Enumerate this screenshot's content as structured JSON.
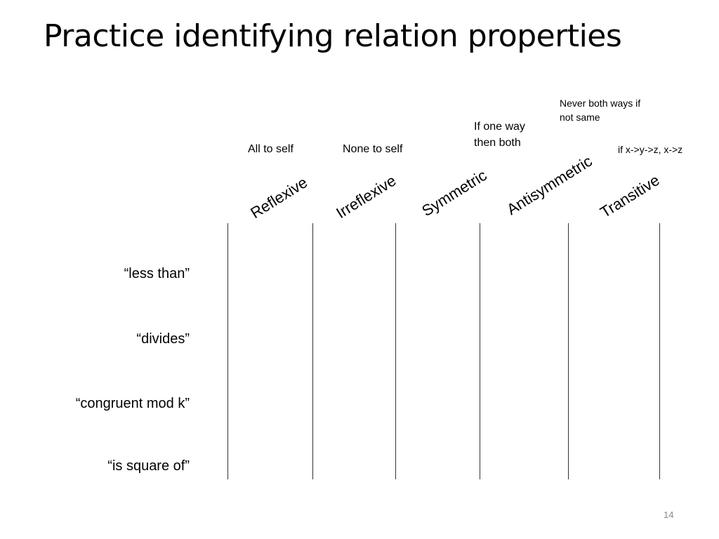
{
  "slide": {
    "title": "Practice identifying relation properties",
    "page_number": "14"
  },
  "columns": [
    {
      "label": "Reflexive",
      "description": "All to self"
    },
    {
      "label": "Irreflexive",
      "description": "None to self"
    },
    {
      "label": "Symmetric",
      "description_line1": "If one way",
      "description_line2": "then both"
    },
    {
      "label": "Antisymmetric",
      "description_line1": "Never both ways if",
      "description_line2": "not same"
    },
    {
      "label": "Transitive",
      "description": "if x->y->z, x->z"
    }
  ],
  "rows": [
    {
      "label": "“less than”"
    },
    {
      "label": "“divides”"
    },
    {
      "label": "“congruent mod k”"
    },
    {
      "label": "“is square of”"
    }
  ]
}
